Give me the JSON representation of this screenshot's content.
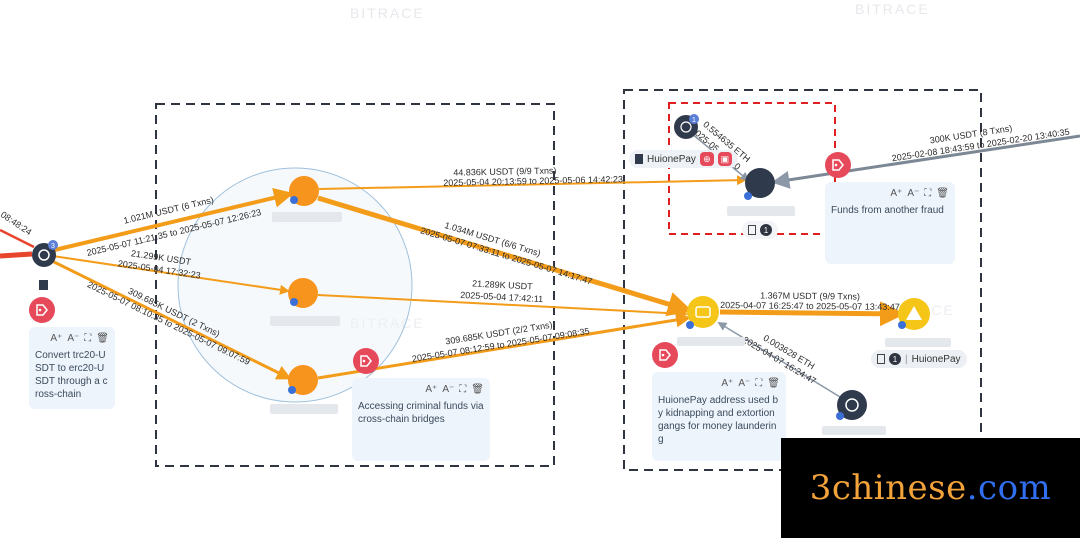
{
  "watermarks": [
    "BITRACE",
    "BITRACE",
    "BITRACE",
    "BITRACE"
  ],
  "colors": {
    "flow_orange": "#f39c1a",
    "eth_gray": "#8c98a8",
    "red_flow": "#e8452c",
    "dash_box": "#2f3540",
    "red_box": "#e02020",
    "node_dark": "#2f3a4c",
    "node_orange": "#f7941d",
    "node_yellow": "#f5c518",
    "tag_red": "#e64a5a",
    "note_bg": "#eef4fb"
  },
  "edges": [
    {
      "amount": "1.021M USDT (6 Txns)",
      "range": "2025-05-07 11:21:35 to 2025-05-07 12:26:23"
    },
    {
      "amount": "21.299K USDT",
      "range": "2025-05-04 17:32:23"
    },
    {
      "amount": "309.685K USDT (2 Txns)",
      "range": "2025-05-07 08:10:35 to 2025-05-07 09:07:59"
    },
    {
      "amount": "44.836K USDT (9/9 Txns)",
      "range": "2025-05-04 20:13:59 to 2025-05-06 14:42:23"
    },
    {
      "amount": "1.034M USDT (6/6 Txns)",
      "range": "2025-05-07 07:33:11 to 2025-05-07 14:17:47"
    },
    {
      "amount": "21.289K USDT",
      "range": "2025-05-04 17:42:11"
    },
    {
      "amount": "309.685K USDT (2/2 Txns)",
      "range": "2025-05-07 08:12:59 to 2025-05-07 09:08:35"
    },
    {
      "amount": "1.367M USDT (9/9 Txns)",
      "range": "2025-04-07 16:25:47 to 2025-05-07 13:43:47"
    },
    {
      "amount": "300K USDT (8 Txns)",
      "range": "2025-02-08 18:43:59 to 2025-02-20 13:40:35"
    },
    {
      "amount": "0.554635 ETH",
      "range": "2025-05-0 ...00"
    },
    {
      "amount": "0.003628 ETH",
      "range": "2025-04-07 16:24:47"
    }
  ],
  "left_edge_label": "08:48:24",
  "labels": {
    "huionepay_top": "HuionePay",
    "huionepay_pill": "HuionePay",
    "count_one": "1",
    "source_badge": "3",
    "top_node_badge": "1"
  },
  "notes": {
    "toolbar": {
      "font_up": "A⁺",
      "font_down": "A⁻",
      "frame": "⛶",
      "delete": "🗑"
    },
    "convert": "Convert trc20-USDT to erc20-USDT through a cross-chain",
    "criminal": "Accessing criminal funds via cross-chain bridges",
    "fraud": "Funds from another fraud",
    "huione": "HuionePay address used by kidnapping and extortion gangs for money laundering"
  },
  "brand": {
    "part1": "3chinese",
    "part2": ".com"
  }
}
